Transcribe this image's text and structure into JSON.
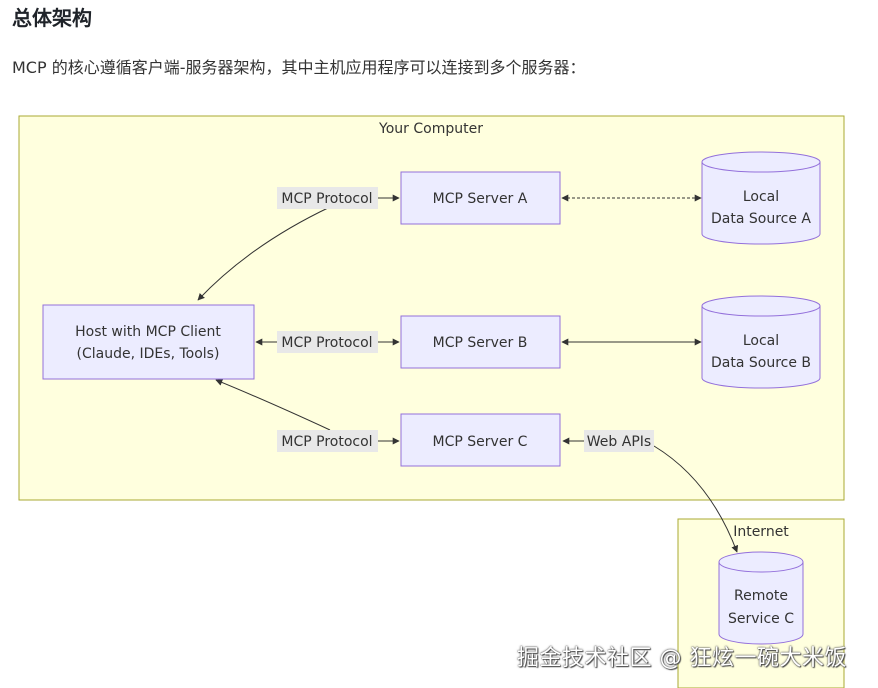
{
  "heading": "总体架构",
  "intro": "MCP 的核心遵循客户端-服务器架构，其中主机应用程序可以连接到多个服务器：",
  "watermark": "掘金技术社区 @ 狂炫一碗大米饭",
  "colors": {
    "group_fill": "#ffffde",
    "group_stroke": "#aaaa33",
    "node_fill": "#ececff",
    "node_stroke": "#9370db",
    "edge": "#333333"
  },
  "diagram": {
    "groups": {
      "your_computer": "Your Computer",
      "internet": "Internet"
    },
    "nodes": {
      "host": [
        "Host with MCP Client",
        "(Claude, IDEs, Tools)"
      ],
      "server_a": "MCP Server A",
      "server_b": "MCP Server B",
      "server_c": "MCP Server C",
      "data_a": [
        "Local",
        "Data Source A"
      ],
      "data_b": [
        "Local",
        "Data Source B"
      ],
      "remote_c": [
        "Remote",
        "Service C"
      ]
    },
    "edges": {
      "protocol_a": "MCP Protocol",
      "protocol_b": "MCP Protocol",
      "protocol_c": "MCP Protocol",
      "web_apis": "Web APIs"
    }
  }
}
